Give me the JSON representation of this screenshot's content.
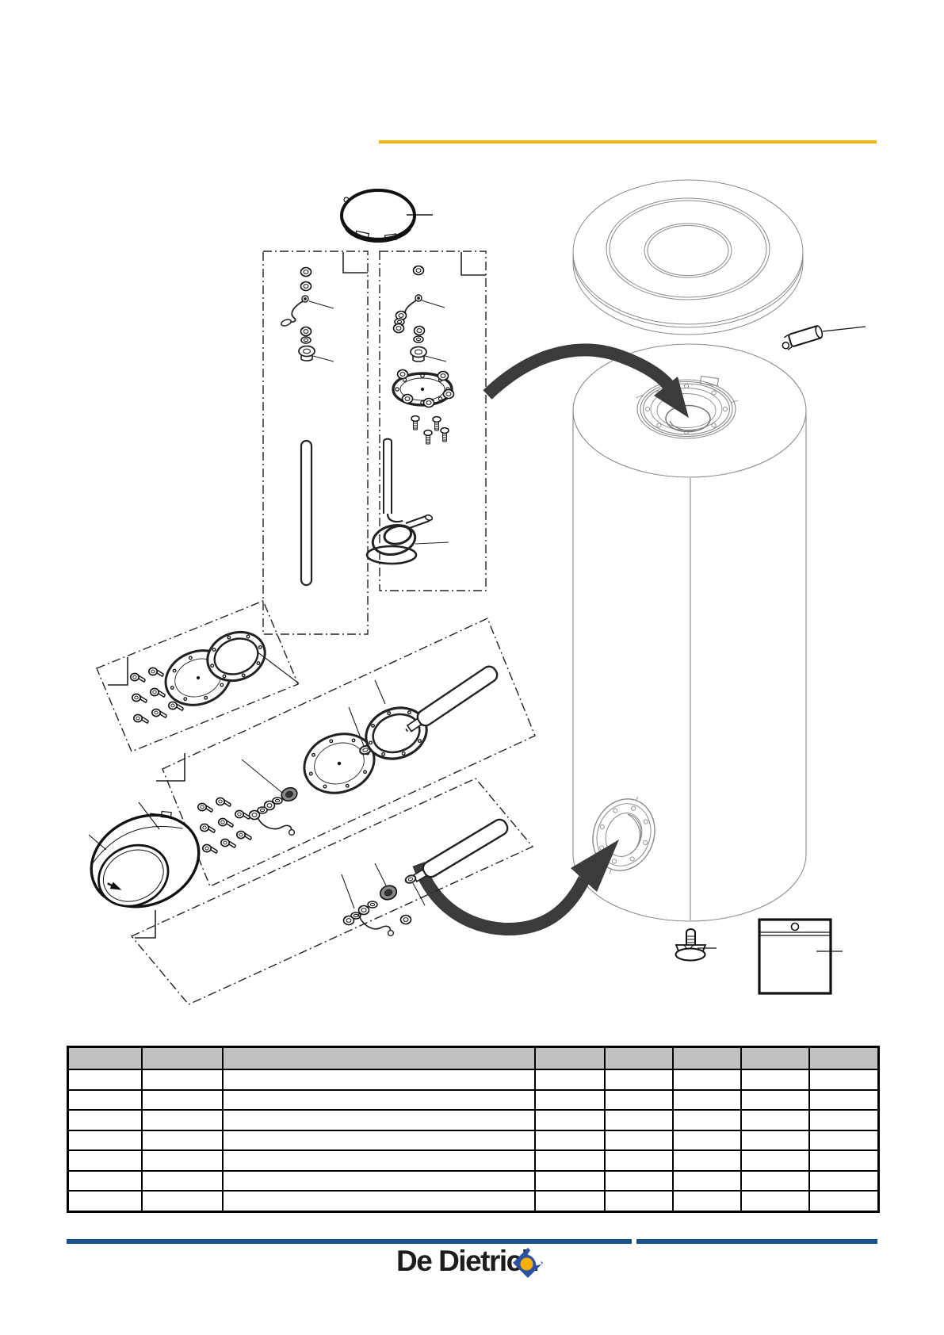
{
  "page": {
    "background": "#ffffff"
  },
  "header": {
    "rule_color": "#F8B500"
  },
  "footer": {
    "brand": "De Dietrich",
    "line_color": "#17518E"
  },
  "logo": {
    "diamond_blue": "#2B52A0",
    "ball_orange": "#F9AF00"
  },
  "table": {
    "header_bg": "#C0C0C0",
    "columns": [
      "",
      "",
      "",
      "",
      "",
      "",
      "",
      ""
    ],
    "rows": [
      [
        "",
        "",
        "",
        "",
        "",
        "",
        "",
        ""
      ],
      [
        "",
        "",
        "",
        "",
        "",
        "",
        "",
        ""
      ],
      [
        "",
        "",
        "",
        "",
        "",
        "",
        "",
        ""
      ],
      [
        "",
        "",
        "",
        "",
        "",
        "",
        "",
        ""
      ],
      [
        "",
        "",
        "",
        "",
        "",
        "",
        "",
        ""
      ],
      [
        "",
        "",
        "",
        "",
        "",
        "",
        "",
        ""
      ],
      [
        "",
        "",
        "",
        "",
        "",
        "",
        "",
        ""
      ]
    ]
  },
  "diagram": {
    "parts": [
      "top-cap",
      "insulation-lid",
      "tank-body",
      "anode-sleeve",
      "upper-group-left",
      "upper-group-right",
      "blind-flange-group",
      "heating-element-group",
      "lower-anode-group",
      "front-cover",
      "adjustable-foot",
      "document-bag",
      "upper-insert-arrow",
      "lower-insert-arrow"
    ]
  }
}
